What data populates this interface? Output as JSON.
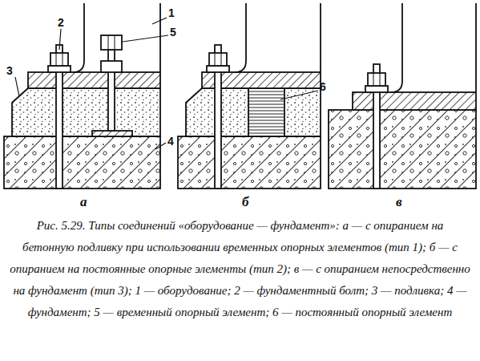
{
  "diagram": {
    "caption": "Рис. 5.29. Типы соединений «оборудование — фундамент»: а — с опиранием на бетонную подливку при использовании временных опорных элементов (тип 1); б — с опиранием на постоянные опорные элементы (тип 2); в — с опиранием непосредственно на фундамент (тип 3); 1 — оборудование; 2 — фундаментный болт; 3 — подливка; 4 — фундамент; 5 — временный опорный элемент; 6 — постоянный опорный элемент",
    "labels": [
      "1",
      "2",
      "5",
      "3",
      "4",
      "6",
      "а",
      "б",
      "в"
    ]
  }
}
